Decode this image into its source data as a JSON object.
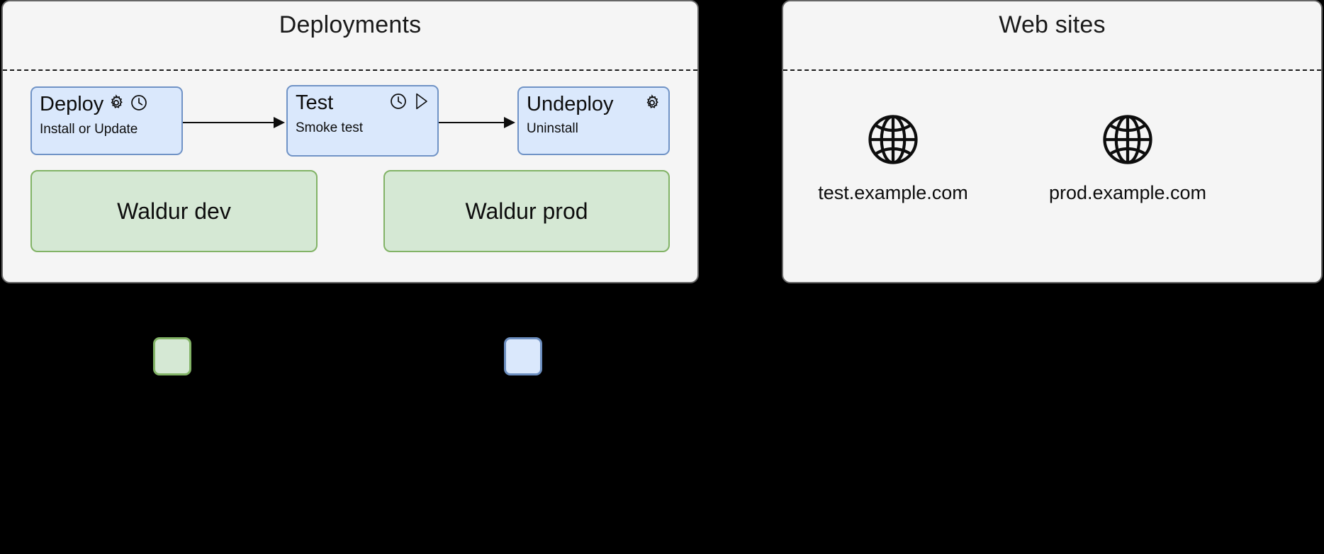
{
  "panels": [
    {
      "id": "deployments",
      "title": "Deployments"
    },
    {
      "id": "websites",
      "title": "Web sites"
    }
  ],
  "process_nodes": [
    {
      "title": "Deploy",
      "subtitle": "Install or Update",
      "icons": [
        "gear-icon",
        "clock-icon"
      ]
    },
    {
      "title": "Test",
      "subtitle": "Smoke test",
      "icons": [
        "clock-icon",
        "play-icon"
      ]
    },
    {
      "title": "Undeploy",
      "subtitle": "Uninstall",
      "icons": [
        "gear-icon"
      ]
    }
  ],
  "environments": [
    {
      "label": "Waldur dev"
    },
    {
      "label": "Waldur prod"
    }
  ],
  "websites": [
    {
      "label": "test.example.com",
      "icon": "globe-icon"
    },
    {
      "label": "prod.example.com",
      "icon": "globe-icon"
    }
  ],
  "legend": [
    {
      "name": "environment-swatch",
      "fill": "#d5e8d4",
      "stroke": "#82b366"
    },
    {
      "name": "process-swatch",
      "fill": "#dae8fc",
      "stroke": "#6c8ebf"
    }
  ],
  "colors": {
    "panel_fill": "#f5f5f5",
    "panel_stroke": "#666666",
    "process_fill": "#dae8fc",
    "process_stroke": "#6c8ebf",
    "environment_fill": "#d5e8d4",
    "environment_stroke": "#82b366",
    "canvas": "#000000",
    "text": "#0d0d0d"
  }
}
